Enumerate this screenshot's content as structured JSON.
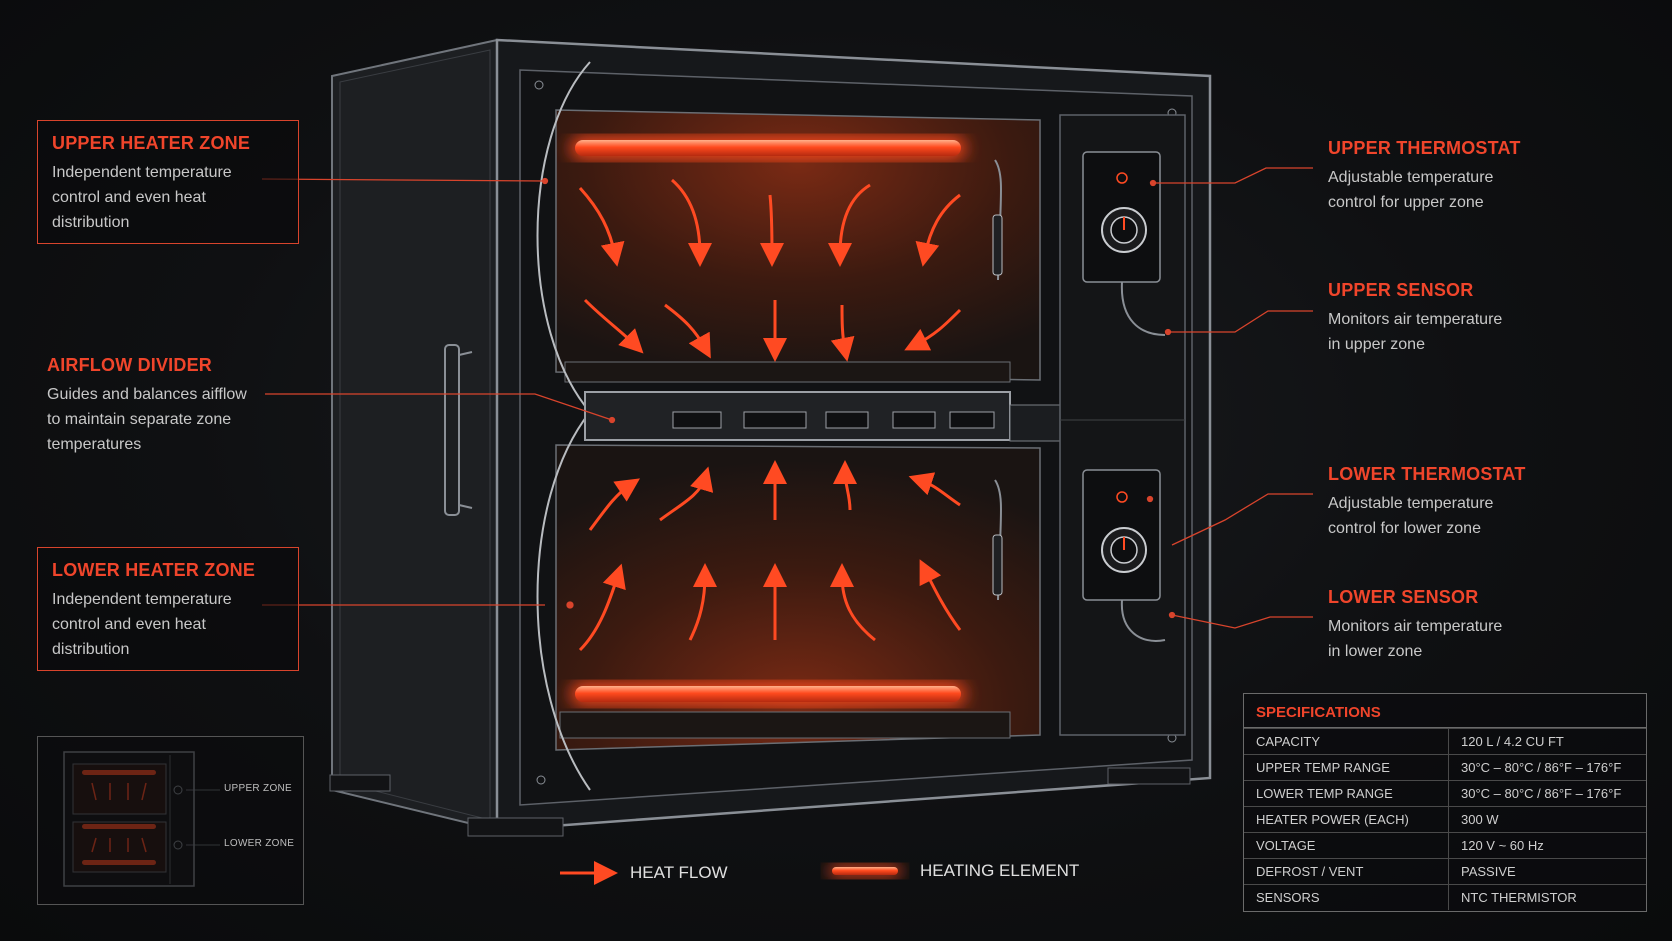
{
  "callouts": {
    "upper_heater_zone": {
      "title": "UPPER HEATER ZONE",
      "desc": "Independent temperature\ncontrol and even heat\ndistribution"
    },
    "airflow_divider": {
      "title": "AIRFLOW DIVIDER",
      "desc": "Guides and balances aifflow\nto maintain separate zone\ntemperatures"
    },
    "lower_heater_zone": {
      "title": "LOWER HEATER ZONE",
      "desc": "Independent temperature\ncontrol and even heat\ndistribution"
    },
    "upper_thermostat": {
      "title": "UPPER THERMOSTAT",
      "desc": "Adjustable temperature\ncontrol for upper zone"
    },
    "upper_sensor": {
      "title": "UPPER SENSOR",
      "desc": "Monitors air temperature\nin upper zone"
    },
    "lower_thermostat": {
      "title": "LOWER THERMOSTAT",
      "desc": "Adjustable temperature\ncontrol for lower zone"
    },
    "lower_sensor": {
      "title": "LOWER SENSOR",
      "desc": "Monitors air temperature\nin lower zone"
    }
  },
  "specifications": {
    "title": "SPECIFICATIONS",
    "rows": [
      {
        "key": "CAPACITY",
        "value": "120 L / 4.2 CU FT"
      },
      {
        "key": "UPPER TEMP RANGE",
        "value": "30°C – 80°C / 86°F – 176°F"
      },
      {
        "key": "LOWER TEMP RANGE",
        "value": "30°C – 80°C / 86°F – 176°F"
      },
      {
        "key": "HEATER POWER (EACH)",
        "value": "300 W"
      },
      {
        "key": "VOLTAGE",
        "value": "120 V ~ 60 Hz"
      },
      {
        "key": "DEFROST / VENT",
        "value": "PASSIVE"
      },
      {
        "key": "SENSORS",
        "value": "NTC THERMISTOR"
      }
    ]
  },
  "legend": {
    "heat_flow": "HEAT FLOW",
    "heating_element": "HEATING ELEMENT"
  },
  "mini_diagram": {
    "upper_label": "UPPER ZONE",
    "lower_label": "LOWER ZONE"
  },
  "colors": {
    "accent": "#f0452b",
    "glow": "#ff5a2a",
    "frame": "#8a8f96",
    "background": "#0f1012"
  }
}
